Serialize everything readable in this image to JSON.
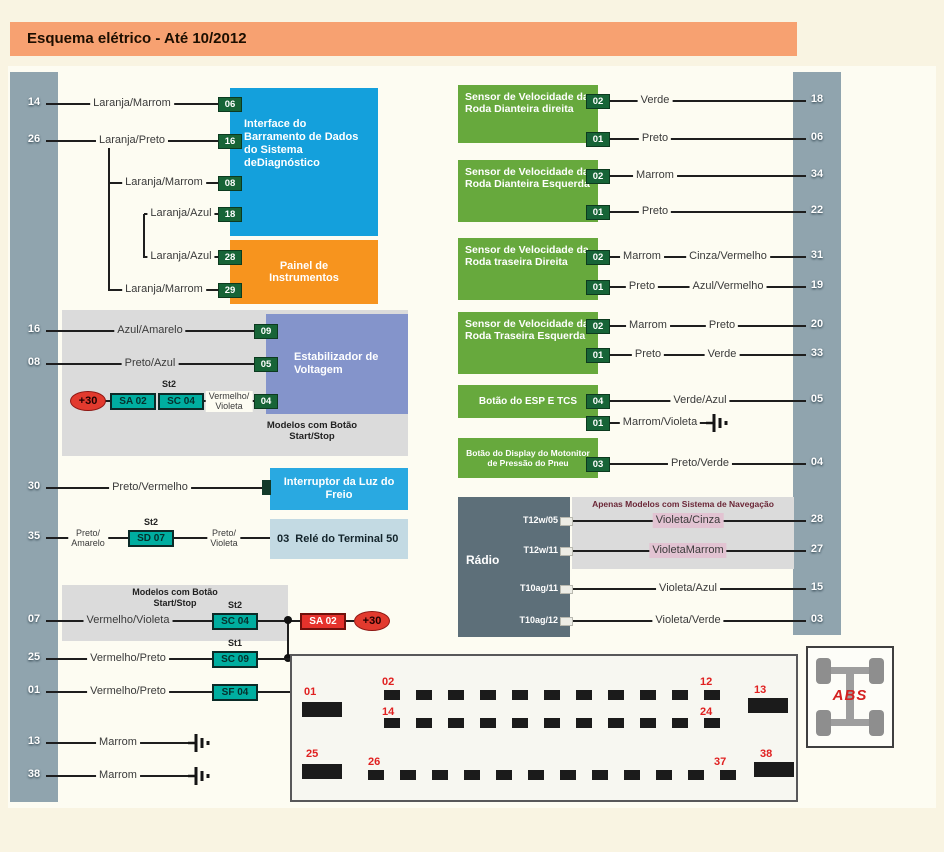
{
  "header": {
    "title": "Esquema elétrico - Até 10/2012"
  },
  "colors": {
    "header_bg": "#F7A171",
    "bus_bar": "#90A4AE",
    "component_blue": "#14A0DC",
    "component_orange": "#F7941E",
    "component_purple": "#8494CB",
    "component_lightblue": "#29A9E1",
    "component_paleblue": "#C3DAE3",
    "sensor_green": "#67A93D",
    "radio_gray": "#5D6F79",
    "nav_pink": "#E2C3D2",
    "chip_green": "#176437",
    "chip_teal": "#00AEA0",
    "chip_red": "#E5322C",
    "plus30_red": "#E23A2E",
    "connector_label_red": "#E02020"
  },
  "left_bus_pins": [
    "14",
    "26",
    "16",
    "08",
    "30",
    "35",
    "07",
    "25",
    "01",
    "13",
    "38"
  ],
  "right_bus_pins": [
    "18",
    "06",
    "34",
    "22",
    "31",
    "19",
    "20",
    "33",
    "05",
    "04",
    "28",
    "27",
    "15",
    "03"
  ],
  "interface_box": {
    "title": "Interface do Barramento de Dados do Sistema deDiagnóstico",
    "pins": [
      "06",
      "16",
      "08",
      "18"
    ],
    "wires": [
      "Laranja/Marrom",
      "Laranja/Preto",
      "Laranja/Marrom",
      "Laranja/Azul"
    ]
  },
  "painel_box": {
    "title": "Painel de Instrumentos",
    "pins": [
      "28",
      "29"
    ],
    "wires": [
      "Laranja/Azul",
      "Laranja/Marrom"
    ]
  },
  "estabilizador": {
    "title": "Estabilizador de Voltagem",
    "pins": [
      "09",
      "05",
      "04"
    ],
    "wire_09": "Azul/Amarelo",
    "wire_05": "Preto/Azul",
    "plus30": "+30",
    "st2": "St2",
    "sa02": "SA 02",
    "sc04": "SC 04",
    "wire_04_l1": "Vermelho/",
    "wire_04_l2": "Violeta",
    "note_l1": "Modelos com Botão",
    "note_l2": "Start/Stop"
  },
  "interruptor": {
    "title": "Interruptor da Luz do Freio",
    "wire": "Preto/Vermelho"
  },
  "rele": {
    "pin": "03",
    "title": "Relé do Terminal 50",
    "wire_in_l1": "Preto/",
    "wire_in_l2": "Amarelo",
    "st2": "St2",
    "sd07": "SD 07",
    "wire_out_l1": "Preto/",
    "wire_out_l2": "Violeta"
  },
  "startstop": {
    "note_l1": "Modelos com Botão",
    "note_l2": "Start/Stop",
    "wire": "Vermelho/Violeta",
    "st2": "St2",
    "sc04": "SC 04",
    "sa02": "SA 02",
    "plus30": "+30"
  },
  "row_25": {
    "wire": "Vermelho/Preto",
    "st1": "St1",
    "sc09": "SC 09"
  },
  "row_01": {
    "wire": "Vermelho/Preto",
    "sf04": "SF 04"
  },
  "row_13": {
    "wire": "Marrom"
  },
  "row_38": {
    "wire": "Marrom"
  },
  "sensors": [
    {
      "title": "Sensor de Velocidade da Roda Dianteira direita",
      "pin_a": "02",
      "pin_b": "01",
      "wire_a": "Verde",
      "wire_b": "Preto"
    },
    {
      "title": "Sensor de Velocidade da Roda Dianteira Esquerda",
      "pin_a": "02",
      "pin_b": "01",
      "wire_a": "Marrom",
      "wire_b": "Preto"
    },
    {
      "title": "Sensor de Velocidade da Roda traseira Direita",
      "pin_a": "02",
      "pin_b": "01",
      "wire_a1": "Marrom",
      "wire_a2": "Cinza/Vermelho",
      "wire_b1": "Preto",
      "wire_b2": "Azul/Vermelho"
    },
    {
      "title": "Sensor de Velocidade da Roda Traseira Esquerda",
      "pin_a": "02",
      "pin_b": "01",
      "wire_a1": "Marrom",
      "wire_a2": "Preto",
      "wire_b1": "Preto",
      "wire_b2": "Verde"
    }
  ],
  "esp_box": {
    "title": "Botão do ESP E TCS",
    "pin_a": "04",
    "wire_a": "Verde/Azul",
    "pin_b": "01",
    "wire_b": "Marrom/Violeta"
  },
  "display_box": {
    "title": "Botão do Display do Motonitor de Pressão do Pneu",
    "pin": "03",
    "wire": "Preto/Verde"
  },
  "radio": {
    "title": "Rádio",
    "pins": [
      "T12w/05",
      "T12w/11",
      "T10ag/11",
      "T10ag/12"
    ],
    "wires": [
      "Violeta/Cinza",
      "VioletaMarrom",
      "Violeta/Azul",
      "Violeta/Verde"
    ]
  },
  "nav_band": {
    "title": "Apenas Modelos com Sistema de Navegação"
  },
  "connector": {
    "labels": {
      "p01": "01",
      "p02": "02",
      "p12": "12",
      "p13": "13",
      "p14": "14",
      "p24": "24",
      "p25": "25",
      "p26": "26",
      "p37": "37",
      "p38": "38"
    }
  },
  "abs_box": {
    "label": "ABS"
  }
}
